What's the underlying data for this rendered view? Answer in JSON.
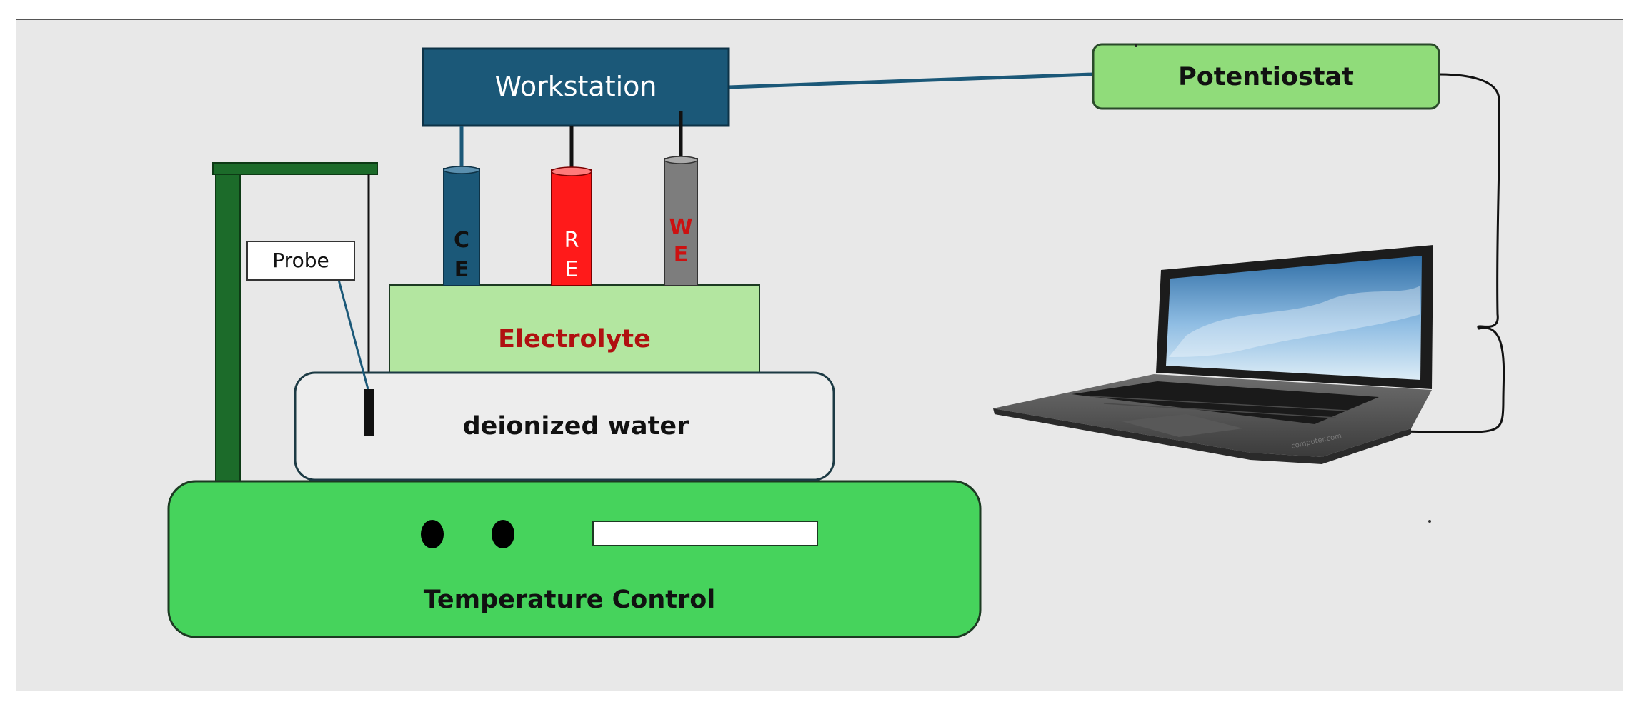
{
  "diagram": {
    "workstation": {
      "label": "Workstation",
      "color": "#1b5878"
    },
    "potentiostat": {
      "label": "Potentiostat",
      "color": "#90dc7a"
    },
    "electrodes": [
      {
        "id": "ce",
        "letters": [
          "C",
          "E"
        ],
        "color": "#1b5878",
        "letter_color": "#101010"
      },
      {
        "id": "re",
        "letters": [
          "R",
          "E"
        ],
        "color": "#ff1a1a",
        "letter_color": "#ffffff"
      },
      {
        "id": "we",
        "letters": [
          "W",
          "E"
        ],
        "color": "#7d7d7d",
        "letter_color": "#cc1111"
      }
    ],
    "electrolyte": {
      "label": "Electrolyte",
      "color": "#b3e6a0",
      "text_color": "#b01010"
    },
    "deionized_water": {
      "label": "deionized water"
    },
    "probe": {
      "label": "Probe"
    },
    "temperature_control": {
      "label": "Temperature Control",
      "color": "#46d35c"
    },
    "stand": {
      "color": "#1c6b2a"
    }
  }
}
